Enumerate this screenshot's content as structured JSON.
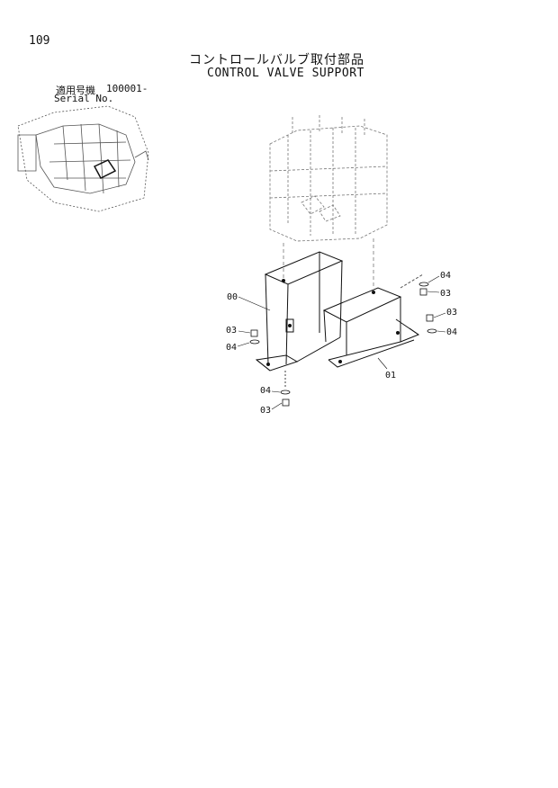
{
  "header": {
    "page_number": "109",
    "title_jp": "コントロールバルブ取付部品",
    "title_en": "CONTROL VALVE SUPPORT",
    "serial_label_jp": "適用号機",
    "serial_range": "100001-",
    "serial_label_en": "Serial No."
  },
  "callouts": {
    "c00": "00",
    "c01": "01",
    "c03_left": "03",
    "c04_left": "04",
    "c04_bottom": "04",
    "c03_bottom": "03",
    "c04_top_right": "04",
    "c03_top_right": "03",
    "c03_right": "03",
    "c04_right": "04"
  }
}
